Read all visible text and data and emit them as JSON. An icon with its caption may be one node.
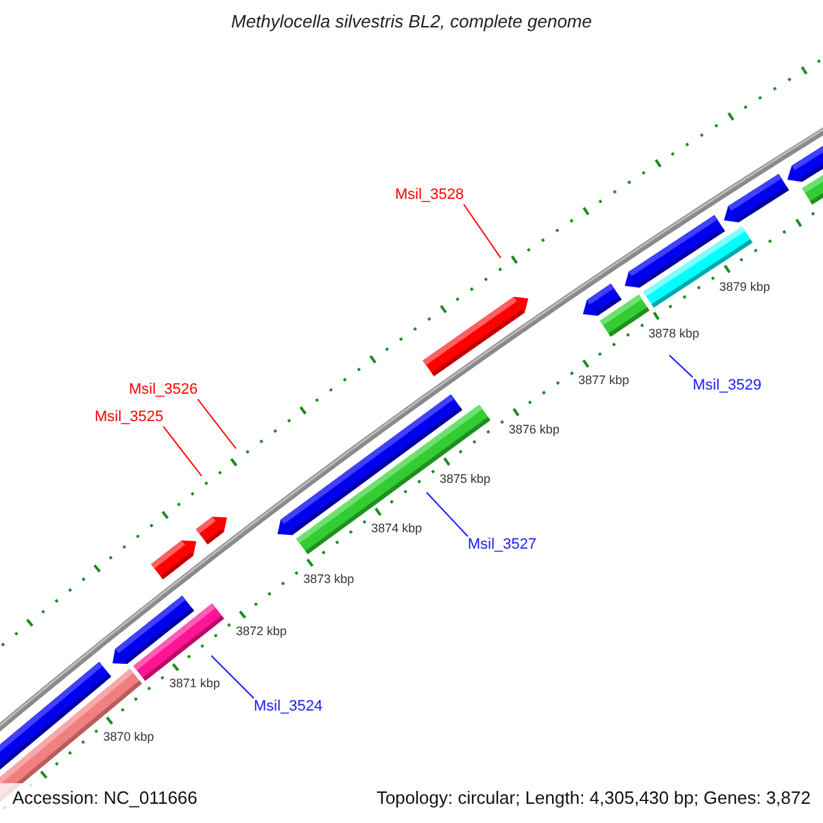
{
  "diagram": {
    "title": "Methylocella silvestris BL2, complete genome",
    "nodes": [
      {
        "text": [
          "Msil_3528"
        ]
      },
      {
        "text": [
          "Msil_3529"
        ]
      },
      {
        "text": [
          "Msil_3526"
        ]
      },
      {
        "text": [
          "Msil_3525"
        ]
      },
      {
        "text": [
          "Msil_3527"
        ]
      },
      {
        "text": [
          "Msil_3524"
        ]
      }
    ],
    "edges": [
      {
        "from": 0,
        "to": null,
        "arrow": "none",
        "color": "#ff0000"
      },
      {
        "from": 1,
        "to": null,
        "arrow": "none",
        "color": "#1a1aff"
      },
      {
        "from": 2,
        "to": null,
        "arrow": "none",
        "color": "#ff0000"
      },
      {
        "from": 3,
        "to": null,
        "arrow": "none",
        "color": "#ff0000"
      },
      {
        "from": 4,
        "to": null,
        "arrow": "none",
        "color": "#1a1aff"
      },
      {
        "from": 5,
        "to": null,
        "arrow": "none",
        "color": "#1a1aff"
      }
    ],
    "labels": [
      "3870 kbp",
      "3871 kbp",
      "3872 kbp",
      "3873 kbp",
      "3874 kbp",
      "3875 kbp",
      "3876 kbp",
      "3877 kbp",
      "3878 kbp",
      "3879 kbp",
      "Accession: NC_011666",
      "Topology: circular; Length: 4,305,430 bp; Genes: 3,872"
    ]
  }
}
